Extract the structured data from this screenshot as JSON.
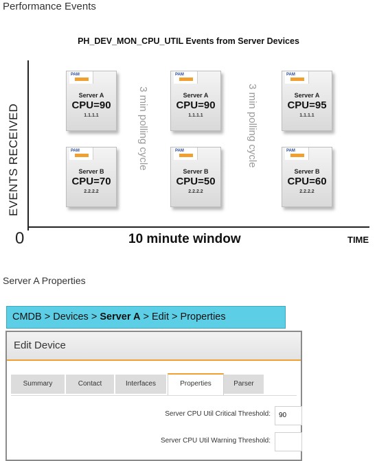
{
  "header": {
    "section_title": "Performance Events"
  },
  "diagram": {
    "title": "PH_DEV_MON_CPU_UTIL Events from Server Devices",
    "y_axis_label": "EVENTS RECEIVED",
    "origin_label": "0",
    "x_window_label": "10 minute window",
    "x_axis_label": "TIME",
    "polling_label": "3 min polling cycle",
    "badge": "PAM",
    "cards": [
      {
        "server": "Server A",
        "cpu": "CPU=90",
        "ip": "1.1.1.1"
      },
      {
        "server": "Server A",
        "cpu": "CPU=90",
        "ip": "1.1.1.1"
      },
      {
        "server": "Server A",
        "cpu": "CPU=95",
        "ip": "1.1.1.1"
      },
      {
        "server": "Server B",
        "cpu": "CPU=70",
        "ip": "2.2.2.2"
      },
      {
        "server": "Server B",
        "cpu": "CPU=50",
        "ip": "2.2.2.2"
      },
      {
        "server": "Server B",
        "cpu": "CPU=60",
        "ip": "2.2.2.2"
      }
    ]
  },
  "properties": {
    "section_title": "Server A Properties",
    "breadcrumb": {
      "cmdb": "CMDB",
      "devices": "Devices",
      "server": "Server A",
      "edit": "Edit",
      "properties": "Properties",
      "separator": ">"
    },
    "panel_title": "Edit Device",
    "tabs": [
      "Summary",
      "Contact",
      "Interfaces",
      "Properties",
      "Parser"
    ],
    "active_tab": "Properties",
    "fields": [
      {
        "label": "Server CPU Util Critical Threshold:",
        "value": "90"
      },
      {
        "label": "Server CPU Util Warning Threshold:",
        "value": ""
      }
    ]
  },
  "colors": {
    "breadcrumb_bg": "#5ccfe6",
    "accent_orange": "#f0a030",
    "badge_blue": "#2d4f9e",
    "polling_text": "#9a9a9a"
  }
}
